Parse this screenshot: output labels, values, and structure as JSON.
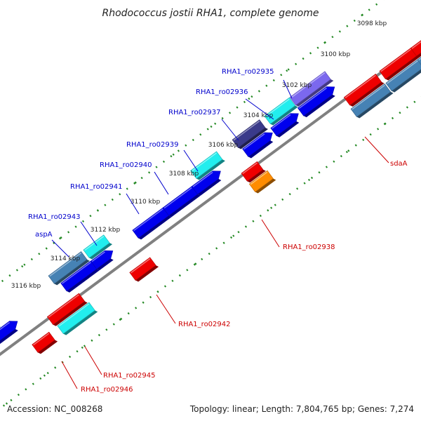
{
  "title": "Rhodococcus jostii RHA1, complete genome",
  "footer": {
    "accession": "Accession: NC_008268",
    "topology": "Topology: linear; Length: 7,804,765 bp; Genes: 7,274"
  },
  "colors": {
    "backbone": "#808080",
    "ruler": "#228822",
    "label_forward": "#0000cc",
    "label_reverse": "#cc0000",
    "blue": "#0000ee",
    "cyan": "#22eeee",
    "steel": "#4682b4",
    "navy": "#3a3a8a",
    "violet": "#7b68ee",
    "red": "#ee0000",
    "orange": "#ff8c00"
  },
  "ticks": [
    {
      "label": "3098 kbp"
    },
    {
      "label": "3100 kbp"
    },
    {
      "label": "3102 kbp"
    },
    {
      "label": "3104 kbp"
    },
    {
      "label": "3106 kbp"
    },
    {
      "label": "3108 kbp"
    },
    {
      "label": "3110 kbp"
    },
    {
      "label": "3112 kbp"
    },
    {
      "label": "3114 kbp"
    },
    {
      "label": "3116 kbp"
    }
  ],
  "labels": [
    {
      "name": "RHA1_ro02935",
      "strand": "forward"
    },
    {
      "name": "RHA1_ro02936",
      "strand": "forward"
    },
    {
      "name": "RHA1_ro02937",
      "strand": "forward"
    },
    {
      "name": "RHA1_ro02939",
      "strand": "forward"
    },
    {
      "name": "RHA1_ro02940",
      "strand": "forward"
    },
    {
      "name": "RHA1_ro02941",
      "strand": "forward"
    },
    {
      "name": "RHA1_ro02943",
      "strand": "forward"
    },
    {
      "name": "aspA",
      "strand": "forward"
    },
    {
      "name": "sdaA",
      "strand": "reverse"
    },
    {
      "name": "RHA1_ro02938",
      "strand": "reverse"
    },
    {
      "name": "RHA1_ro02942",
      "strand": "reverse"
    },
    {
      "name": "RHA1_ro02945",
      "strand": "reverse"
    },
    {
      "name": "RHA1_ro02946",
      "strand": "reverse"
    }
  ]
}
